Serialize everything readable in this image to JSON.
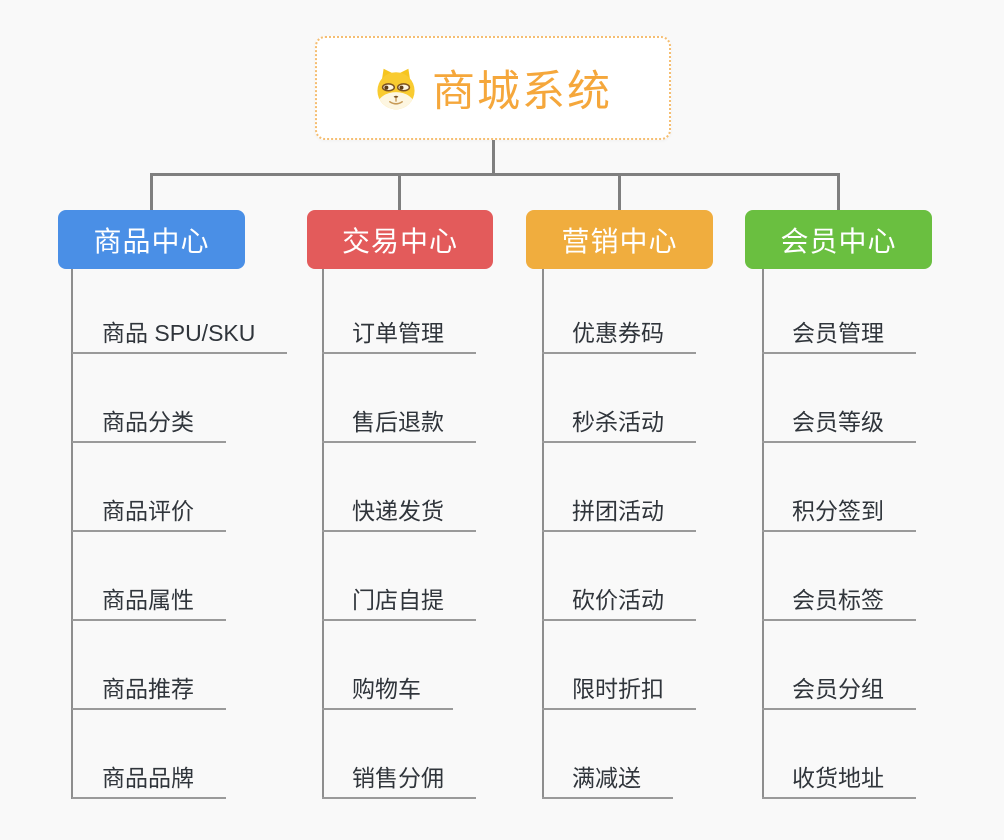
{
  "root": {
    "label": "商城系统",
    "icon": "doge-icon",
    "text_color": "#F5A73B",
    "border_color": "#F5BE72"
  },
  "connectors": {
    "tree_line_color": "#7F7F7F",
    "leaf_line_color": "#9A9A9A"
  },
  "background_color": "#F9F9F9",
  "branches": [
    {
      "label": "商品中心",
      "color": "#4A8FE6",
      "children": [
        "商品 SPU/SKU",
        "商品分类",
        "商品评价",
        "商品属性",
        "商品推荐",
        "商品品牌"
      ]
    },
    {
      "label": "交易中心",
      "color": "#E35B5B",
      "children": [
        "订单管理",
        "售后退款",
        "快递发货",
        "门店自提",
        "购物车",
        "销售分佣"
      ]
    },
    {
      "label": "营销中心",
      "color": "#F0AD3E",
      "children": [
        "优惠券码",
        "秒杀活动",
        "拼团活动",
        "砍价活动",
        "限时折扣",
        "满减送"
      ]
    },
    {
      "label": "会员中心",
      "color": "#6ABF40",
      "children": [
        "会员管理",
        "会员等级",
        "积分签到",
        "会员标签",
        "会员分组",
        "收货地址"
      ]
    }
  ]
}
